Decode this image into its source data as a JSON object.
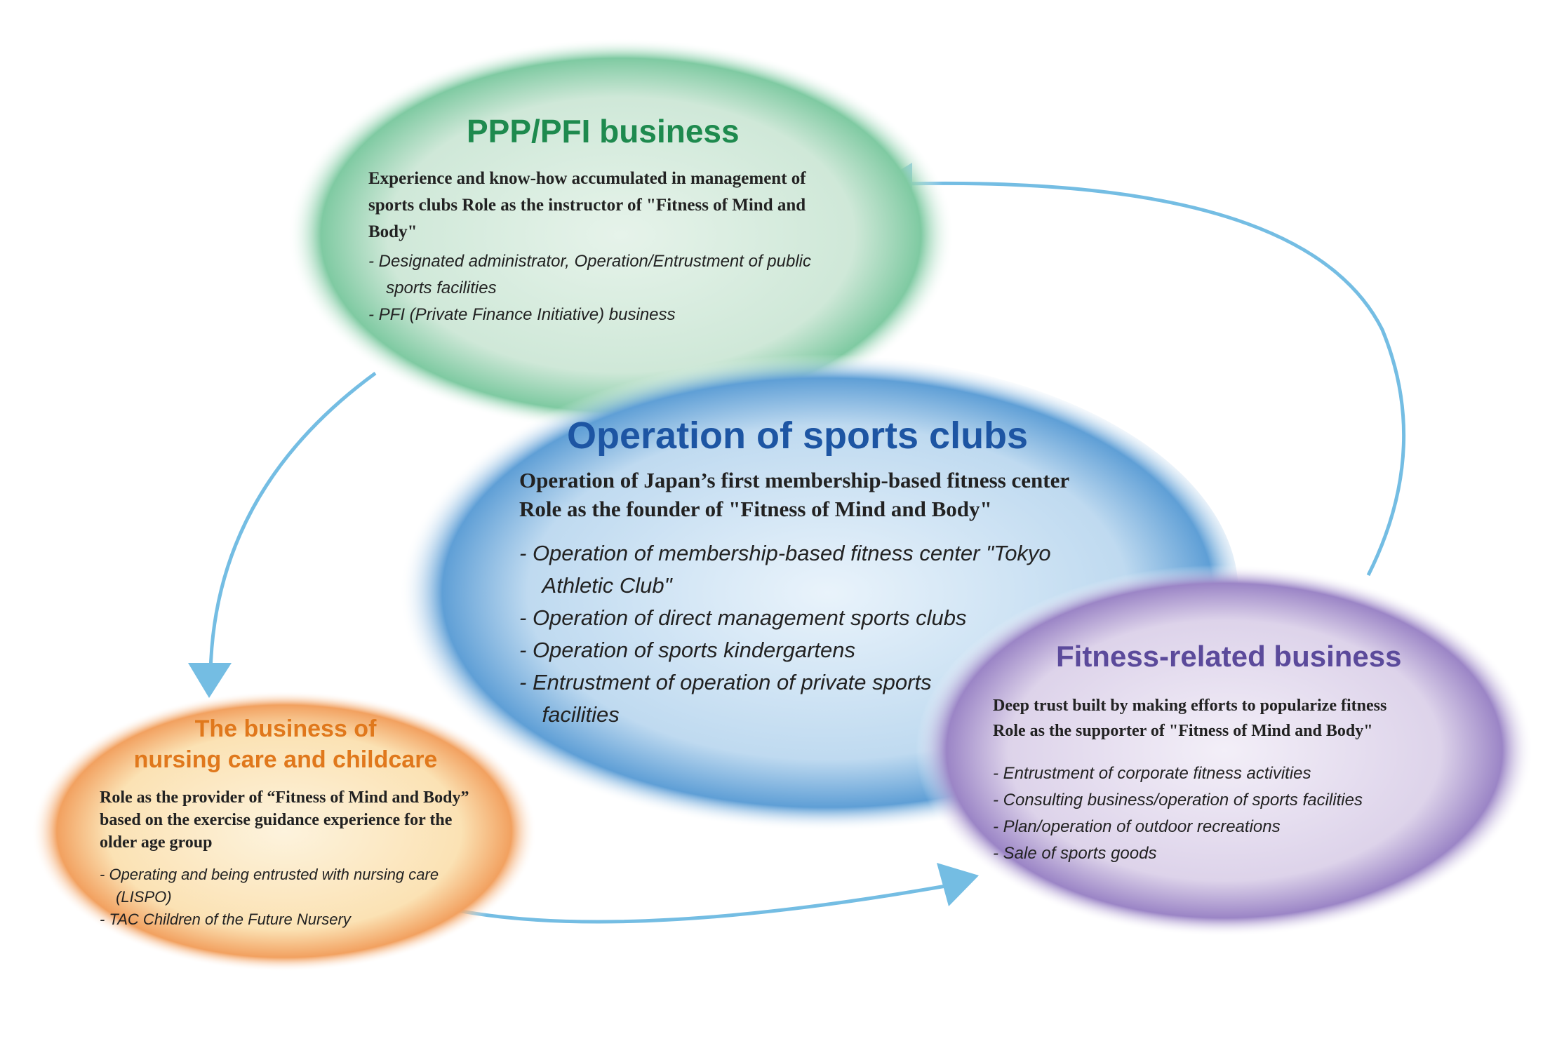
{
  "ppp": {
    "title": "PPP/PFI business",
    "description": "Experience and know-how accumulated in management of sports clubs Role as the instructor of \"Fitness of Mind and Body\"",
    "items": [
      "Designated administrator, Operation/Entrustment of public sports facilities",
      "PFI (Private Finance Initiative) business"
    ]
  },
  "operation": {
    "title": "Operation of sports clubs",
    "description_line1": "Operation of Japan’s first membership-based fitness center",
    "description_line2": "Role as the founder of \"Fitness of Mind and Body\"",
    "items": [
      "Operation of membership-based fitness center \"Tokyo Athletic Club\"",
      "Operation of direct management sports clubs",
      "Operation of sports kindergartens",
      "Entrustment of operation of private sports facilities"
    ]
  },
  "fitness": {
    "title": "Fitness-related business",
    "description_line1": "Deep trust built by making efforts to popularize fitness",
    "description_line2": "Role as the supporter of \"Fitness of Mind and Body\"",
    "items": [
      "Entrustment of corporate fitness activities",
      "Consulting business/operation of sports facilities",
      "Plan/operation of outdoor recreations",
      "Sale of sports goods"
    ]
  },
  "nursing": {
    "title_line1": "The business of",
    "title_line2": "nursing care and childcare",
    "description": "Role as the provider of “Fitness of Mind and Body” based on the exercise guidance experience for the older age group",
    "items": [
      "Operating and being entrusted with nursing care (LISPO)",
      "TAC Children of the Future Nursery"
    ]
  },
  "colors": {
    "ppp_title": "#1e8a4e",
    "operation_title": "#1d55a3",
    "fitness_title": "#5b4a9b",
    "nursing_title": "#e0781c",
    "arrow": "#74bde3"
  }
}
